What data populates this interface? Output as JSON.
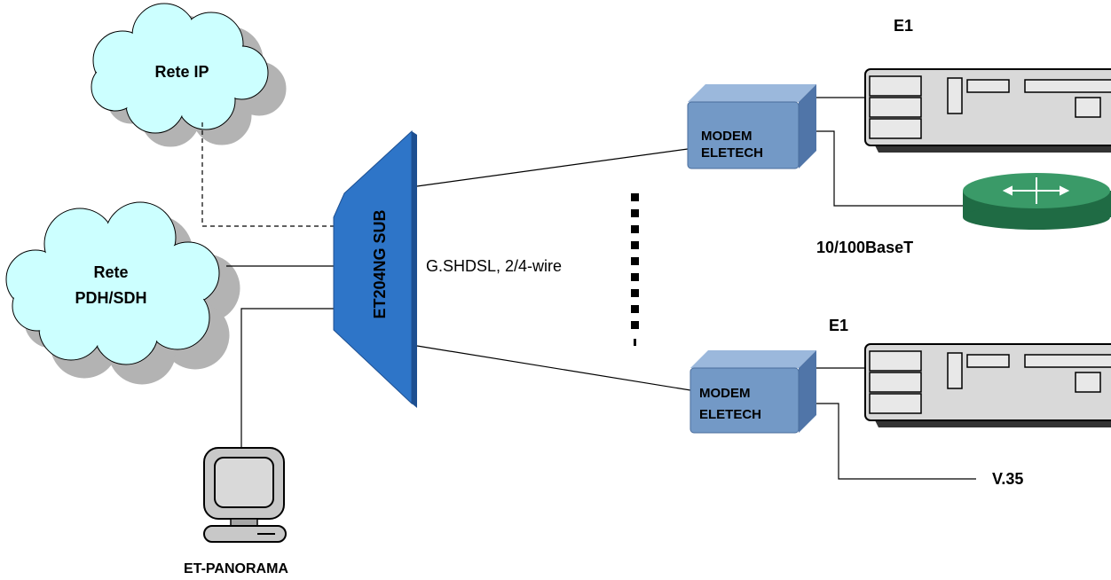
{
  "clouds": {
    "ip": "Rete IP",
    "pdh_line1": "Rete",
    "pdh_line2": "PDH/SDH"
  },
  "switch": {
    "label": "ET204NG SUB"
  },
  "link": {
    "label": "G.SHDSL, 2/4-wire"
  },
  "modems": {
    "top": {
      "line1": "MODEM",
      "line2": "ELETECH"
    },
    "bottom": {
      "line1": "MODEM",
      "line2": "ELETECH"
    }
  },
  "devices": {
    "top_e1": "E1",
    "bottom_e1": "E1",
    "ethernet": "10/100BaseT",
    "v35": "V.35"
  },
  "terminal": {
    "label": "ET-PANORAMA"
  },
  "colors": {
    "cloud_fill": "#ccffff",
    "cloud_shadow": "#b3b3b3",
    "switch_face": "#2e75c8",
    "modem_face": "#7399c6",
    "router_green": "#2f8a5a",
    "equipment_gray": "#d9d9d9"
  }
}
